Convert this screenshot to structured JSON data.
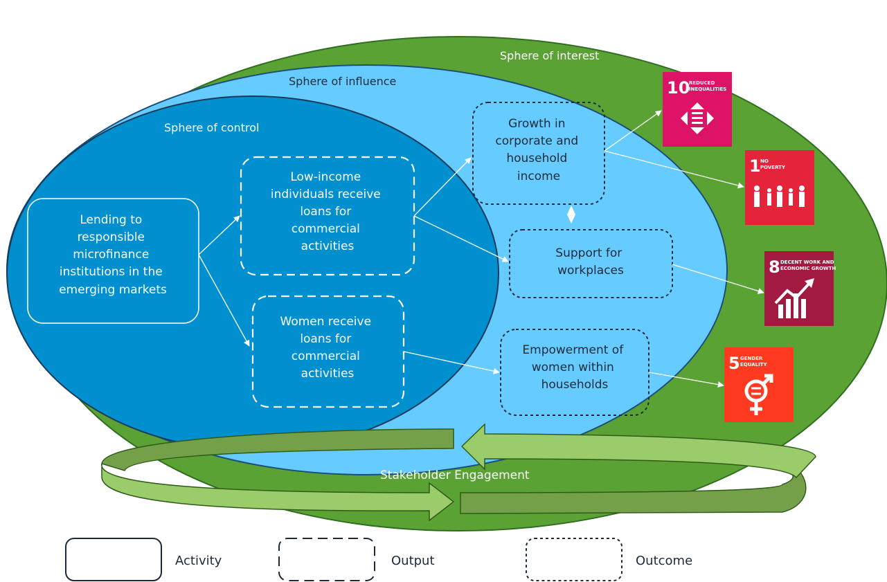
{
  "spheres": {
    "interest": "Sphere of interest",
    "influence": "Sphere of influence",
    "control": "Sphere of control"
  },
  "activity": {
    "lines": [
      "Lending to",
      "responsible",
      "microfinance",
      "institutions in the",
      "emerging markets"
    ]
  },
  "outputs": [
    {
      "lines": [
        "Low-income",
        "individuals receive",
        "loans for",
        "commercial",
        "activities"
      ]
    },
    {
      "lines": [
        "Women receive",
        "loans for",
        "commercial",
        "activities"
      ]
    }
  ],
  "outcomes": [
    {
      "lines": [
        "Growth in",
        "corporate and",
        "household",
        "income"
      ]
    },
    {
      "lines": [
        "Support for",
        "workplaces"
      ]
    },
    {
      "lines": [
        "Empowerment of",
        "women within",
        "households"
      ]
    }
  ],
  "sdgs": [
    {
      "number": "10",
      "title_lines": [
        "REDUCED",
        "INEQUALITIES"
      ],
      "color": "#dd1367",
      "icon": "reduced-inequalities-icon"
    },
    {
      "number": "1",
      "title_lines": [
        "NO",
        "POVERTY"
      ],
      "color": "#e5243b",
      "icon": "no-poverty-icon"
    },
    {
      "number": "8",
      "title_lines": [
        "DECENT WORK AND",
        "ECONOMIC GROWTH"
      ],
      "color": "#a21942",
      "icon": "economic-growth-icon"
    },
    {
      "number": "5",
      "title_lines": [
        "GENDER",
        "EQUALITY"
      ],
      "color": "#ff3a21",
      "icon": "gender-equality-icon"
    }
  ],
  "engagement": "Stakeholder Engagement",
  "legend": {
    "activity": "Activity",
    "output": "Output",
    "outcome": "Outcome"
  },
  "colors": {
    "interest": "#5aa233",
    "influence": "#66ccff",
    "control": "#0090d0",
    "arrow_light": "#9bcc6a",
    "arrow_dark": "#75a04a",
    "outline_dark": "#1b2a3a"
  }
}
